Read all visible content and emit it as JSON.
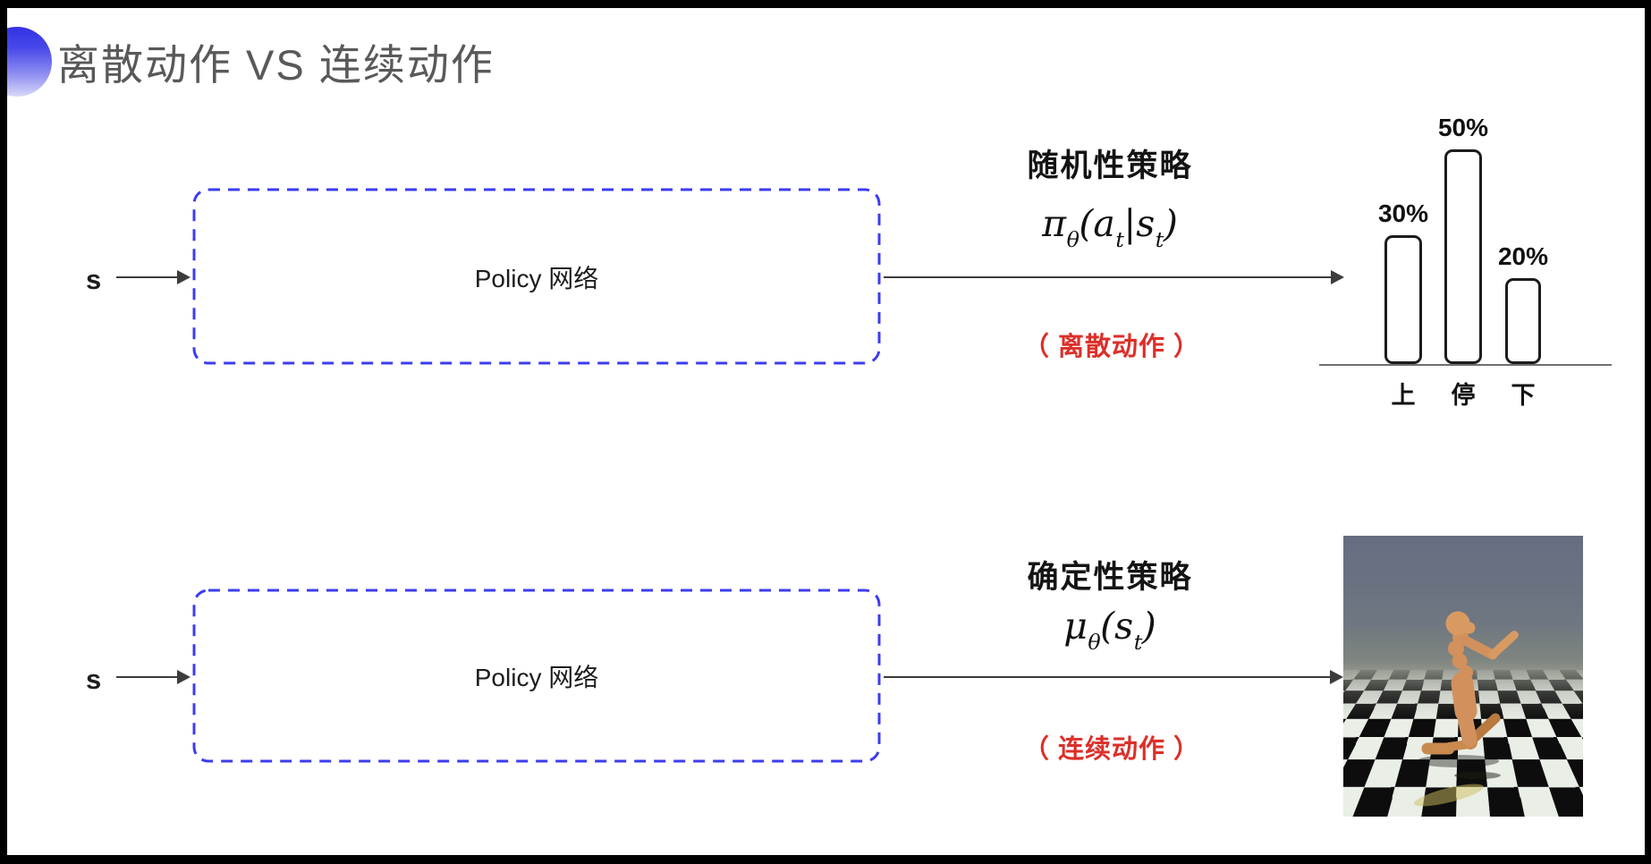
{
  "title": {
    "text": "离散动作 VS 连续动作"
  },
  "colors": {
    "accent_blue": "#3c3cef",
    "note_red": "#dc2f2a",
    "title_gray": "#58595b"
  },
  "stochastic": {
    "input_label": "s",
    "box_label": "Policy 网络",
    "policy_name": "随机性策略",
    "formula": {
      "sym": "π",
      "sym_sub": "θ",
      "open": "(",
      "arg1": "a",
      "arg1_sub": "t",
      "bar": "|",
      "arg2": "s",
      "arg2_sub": "t",
      "close": ")"
    },
    "note": "（ 离散动作 ）"
  },
  "deterministic": {
    "input_label": "s",
    "box_label": "Policy 网络",
    "policy_name": "确定性策略",
    "formula": {
      "sym": "μ",
      "sym_sub": "θ",
      "open": "(",
      "arg1": "s",
      "arg1_sub": "t",
      "close": ")"
    },
    "note": "（ 连续动作 ）"
  },
  "chart_data": {
    "type": "bar",
    "title": "",
    "xlabel": "",
    "ylabel": "",
    "categories": [
      "上",
      "停",
      "下"
    ],
    "values": [
      30,
      50,
      20
    ],
    "value_labels": [
      "30%",
      "50%",
      "20%"
    ],
    "ylim": [
      0,
      55
    ],
    "grid": false,
    "legend": "none",
    "bar_style": "white fill, black rounded outline"
  }
}
